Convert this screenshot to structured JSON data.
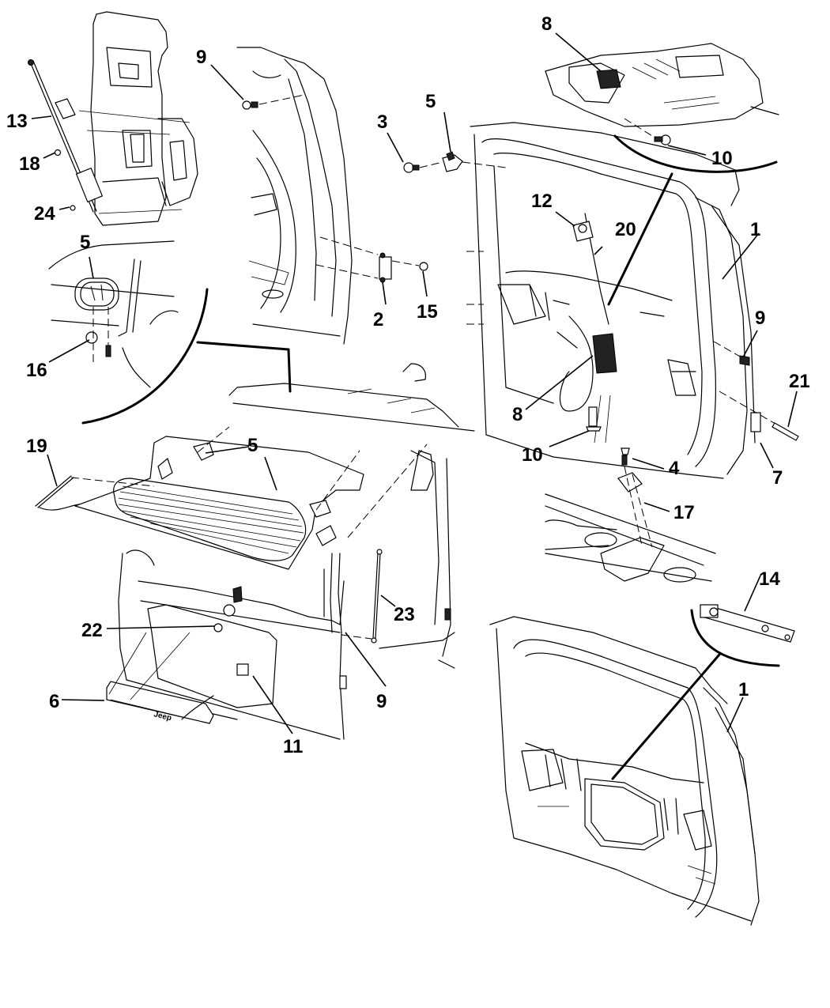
{
  "diagram": {
    "title": "Liftgate - Hinges, Latch, Props, Handle",
    "brand_badge": "Jeep",
    "callouts": [
      {
        "id": "c13",
        "label": "13",
        "part": "liftgate glass support prop (left)"
      },
      {
        "id": "c18",
        "label": "18",
        "part": "clip"
      },
      {
        "id": "c24",
        "label": "24",
        "part": "ball stud"
      },
      {
        "id": "c9a",
        "label": "9",
        "part": "ball stud / bolt"
      },
      {
        "id": "c5a",
        "label": "5",
        "part": "hinge"
      },
      {
        "id": "c16",
        "label": "16",
        "part": "nut"
      },
      {
        "id": "c3",
        "label": "3",
        "part": "bolt"
      },
      {
        "id": "c5b",
        "label": "5",
        "part": "hinge"
      },
      {
        "id": "c2",
        "label": "2",
        "part": "striker"
      },
      {
        "id": "c15",
        "label": "15",
        "part": "screw"
      },
      {
        "id": "c8a",
        "label": "8",
        "part": "latch"
      },
      {
        "id": "c10a",
        "label": "10",
        "part": "screw"
      },
      {
        "id": "c12",
        "label": "12",
        "part": "grommet"
      },
      {
        "id": "c20",
        "label": "20",
        "part": "latch rod"
      },
      {
        "id": "c1a",
        "label": "1",
        "part": "liftgate"
      },
      {
        "id": "c9b",
        "label": "9",
        "part": "ball stud"
      },
      {
        "id": "c21",
        "label": "21",
        "part": "screw"
      },
      {
        "id": "c8b",
        "label": "8",
        "part": "latch"
      },
      {
        "id": "c10b",
        "label": "10",
        "part": "screw"
      },
      {
        "id": "c7",
        "label": "7",
        "part": "bumper"
      },
      {
        "id": "c4",
        "label": "4",
        "part": "bolt"
      },
      {
        "id": "c17",
        "label": "17",
        "part": "striker"
      },
      {
        "id": "c19",
        "label": "19",
        "part": "glass prop"
      },
      {
        "id": "c5c",
        "label": "5",
        "part": "hinge"
      },
      {
        "id": "c5d",
        "label": "5",
        "part": "hinge"
      },
      {
        "id": "c23",
        "label": "23",
        "part": "liftgate prop"
      },
      {
        "id": "c22",
        "label": "22",
        "part": "screw"
      },
      {
        "id": "c6",
        "label": "6",
        "part": "applique / handle"
      },
      {
        "id": "c11",
        "label": "11",
        "part": "switch"
      },
      {
        "id": "c9c",
        "label": "9",
        "part": "ball stud"
      },
      {
        "id": "c14",
        "label": "14",
        "part": "check strap"
      },
      {
        "id": "c1b",
        "label": "1",
        "part": "liftgate"
      }
    ]
  }
}
